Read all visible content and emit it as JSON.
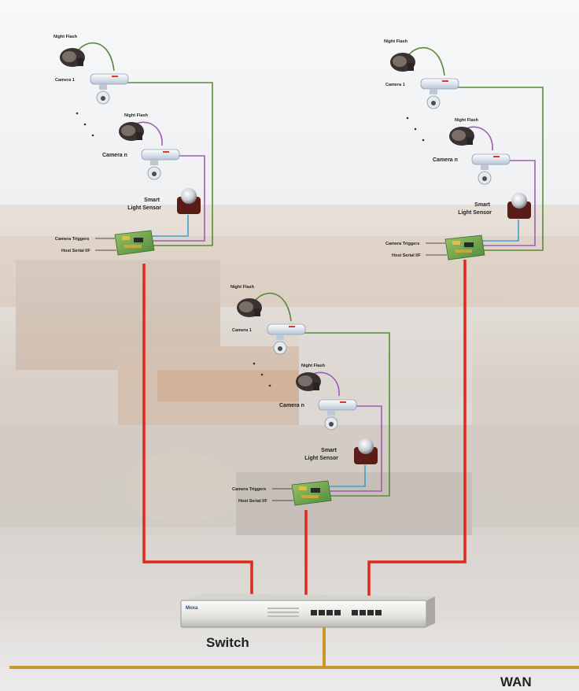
{
  "colors": {
    "network_cable": "#e0281e",
    "wan_cable": "#c7972e",
    "trigger_wire": "#5b8a3a",
    "serial_wire": "#9a5fb0",
    "sensor_wire": "#3fa1c8"
  },
  "labels": {
    "night_flash": "Night Flash",
    "camera_1": "Camera 1",
    "camera_n": "Camera n",
    "smart": "Smart",
    "light_sensor": "Light Sensor",
    "camera_triggers": "Camera Triggers",
    "host_serial": "Host Serial I/F",
    "switch": "Switch",
    "wan": "WAN",
    "switch_brand": "Moxa"
  },
  "groups": [
    {
      "id": "left"
    },
    {
      "id": "middle"
    },
    {
      "id": "right"
    }
  ]
}
